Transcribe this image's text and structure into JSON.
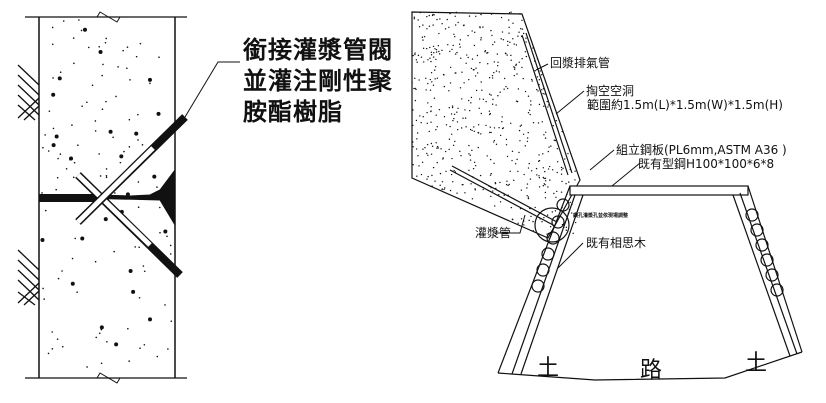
{
  "left_detail": {
    "label_lines": [
      "銜接灌漿管閥",
      "並灌注剛性聚",
      "胺酯樹脂"
    ]
  },
  "right_detail": {
    "labels": {
      "vent_pipe": "回漿排氣管",
      "void_title": "掏空空洞",
      "void_extent": "範圍約1.5m(L)*1.5m(W)*1.5m(H)",
      "steel_plate": "組立鋼板(PL6mm,ASTM A36 )",
      "h_beam": "既有型鋼H100*100*6*8",
      "grout_pipe": "灌漿管",
      "small_note": "鑽孔灌漿孔並依現場調整",
      "existing_timber": "既有相思木",
      "soil_left": "土",
      "road": "路",
      "soil_right": "土"
    }
  }
}
